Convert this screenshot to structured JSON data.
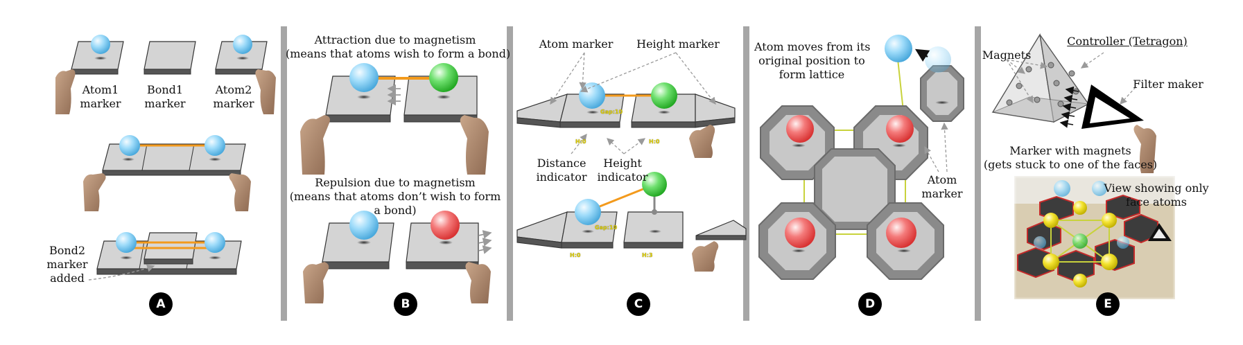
{
  "panels": [
    {
      "badge": "A"
    },
    {
      "badge": "B"
    },
    {
      "badge": "C"
    },
    {
      "badge": "D"
    },
    {
      "badge": "E"
    }
  ],
  "panel_a": {
    "atom1_label": [
      "Atom1",
      "marker"
    ],
    "bond1_label": [
      "Bond1",
      "marker"
    ],
    "atom2_label": [
      "Atom2",
      "marker"
    ],
    "bond2_label": [
      "Bond2",
      "marker",
      "added"
    ]
  },
  "panel_b": {
    "attraction_label": [
      "Attraction due to magnetism",
      "(means that atoms wish to form a bond)"
    ],
    "repulsion_label": [
      "Repulsion due to magnetism",
      "(means that atoms don’t wish to form",
      "a bond)"
    ]
  },
  "panel_c": {
    "atom_marker_label": "Atom marker",
    "height_marker_label": "Height marker",
    "distance_indicator_label": [
      "Distance",
      "indicator"
    ],
    "height_indicator_label": [
      "Height",
      "indicator"
    ],
    "hud_gap_1": "Gap:10",
    "hud_gap_2": "Gap:10",
    "hud_h_1": "H:0",
    "hud_h_2": "H:0",
    "hud_h_3": "H:0",
    "hud_h_4": "H:3"
  },
  "panel_d": {
    "move_label": [
      "Atom moves from its",
      "original position to",
      "form lattice"
    ],
    "atom_marker_label": [
      "Atom",
      "marker"
    ]
  },
  "panel_e": {
    "magnets_label": "Magnets",
    "controller_label": "Controller (Tetragon)",
    "filter_label": "Filter maker",
    "marker_magnets_label": [
      "Marker with magnets",
      "(gets stuck to one of the faces)"
    ],
    "view_label": [
      "View showing only",
      "face atoms"
    ]
  },
  "colors": {
    "blue_atom": "#8fd3f4",
    "green_atom": "#5ed65e",
    "red_atom": "#f06a6a",
    "yellow_atom": "#f2e21c",
    "bond": "#f39a1c",
    "lattice_line": "#c8d23c",
    "separator": "#a6a6a6"
  }
}
